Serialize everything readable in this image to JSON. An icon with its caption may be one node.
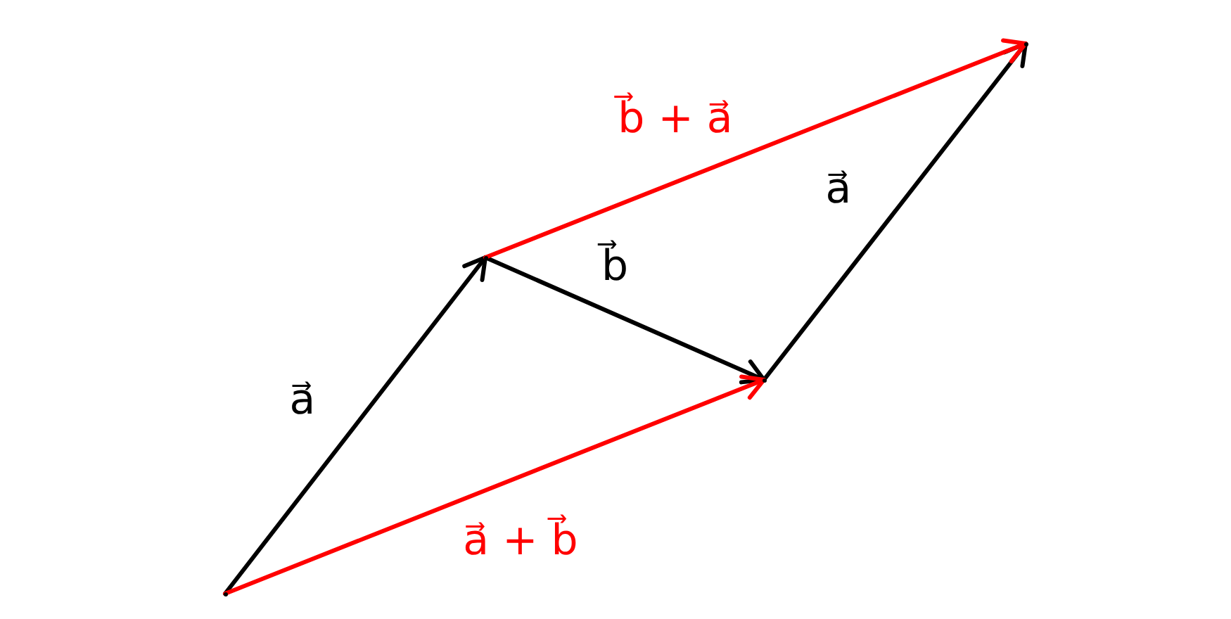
{
  "diagram": {
    "nodes": [
      {
        "text": [],
        "shape": "point"
      },
      {
        "text": [],
        "shape": "point"
      },
      {
        "text": [],
        "shape": "point"
      },
      {
        "text": [],
        "shape": "point"
      }
    ],
    "edges": [
      {
        "from": 0,
        "to": 1,
        "arrow": "to",
        "label": "a⃗"
      },
      {
        "from": 1,
        "to": 2,
        "arrow": "to",
        "label": "b⃗"
      },
      {
        "from": 2,
        "to": 3,
        "arrow": "to",
        "label": "a⃗"
      },
      {
        "from": 0,
        "to": 2,
        "arrow": "to",
        "label": "a⃗ + b⃗",
        "color": "#ff0000"
      },
      {
        "from": 1,
        "to": 3,
        "arrow": "to",
        "label": "b⃗ + a⃗",
        "color": "#ff0000"
      }
    ]
  }
}
